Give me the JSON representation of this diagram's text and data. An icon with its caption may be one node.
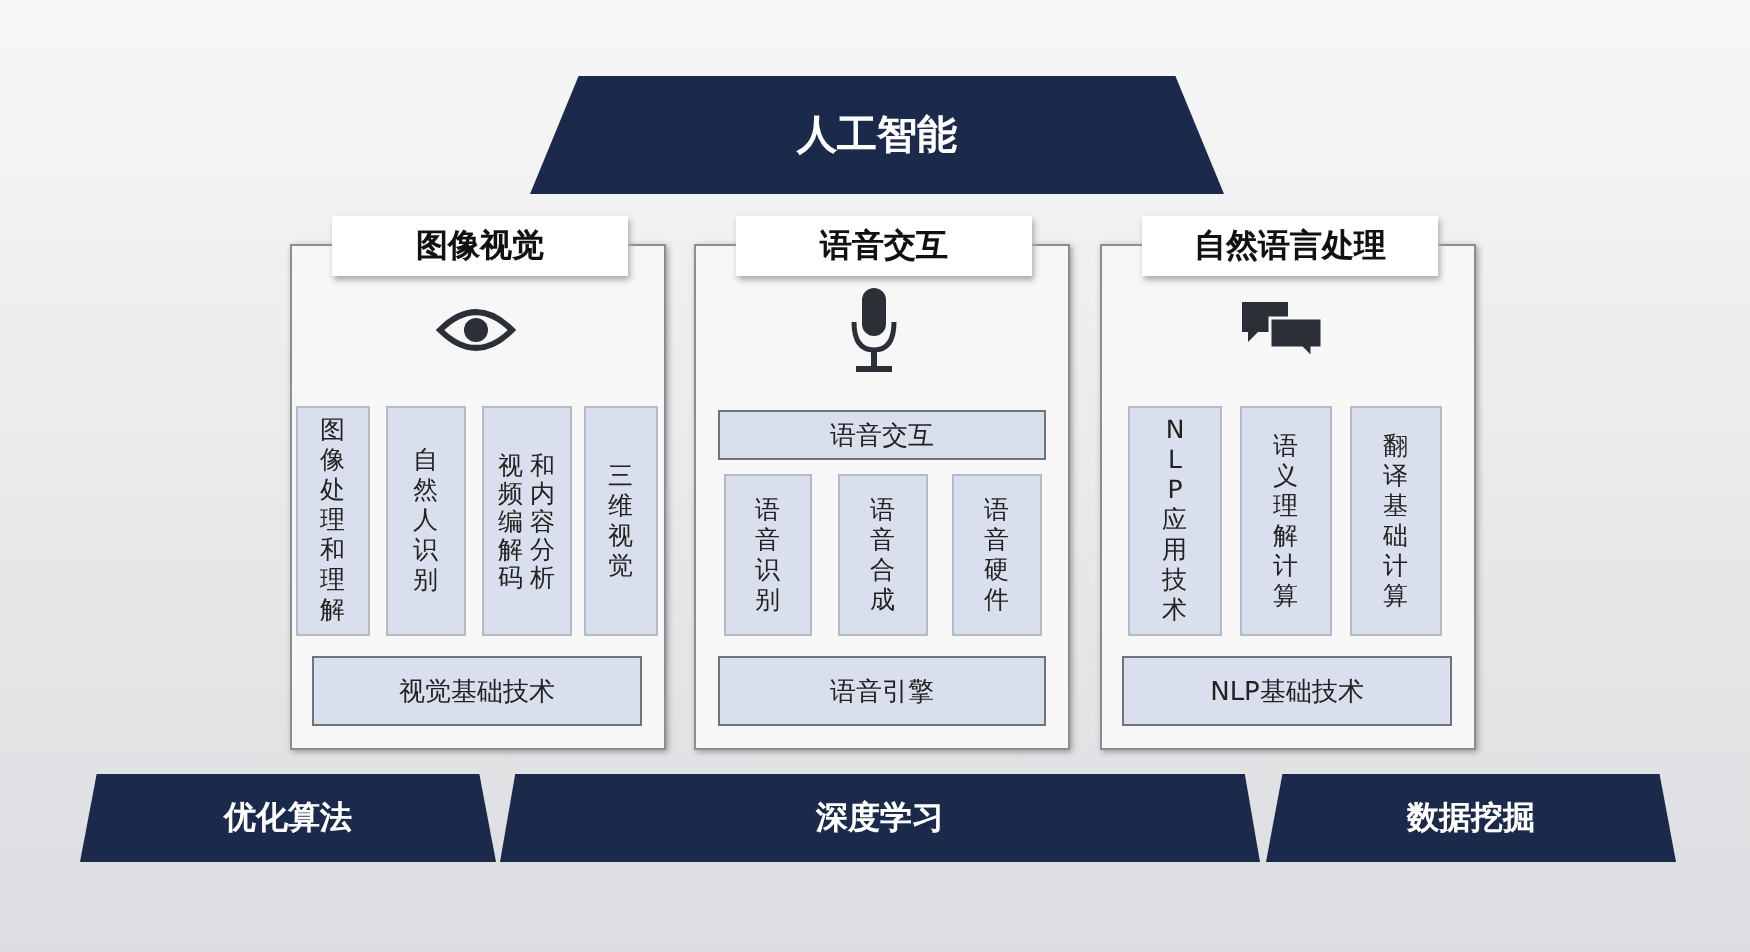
{
  "diagram": {
    "nodes": [
      {
        "text": [
          "人工智能"
        ]
      },
      {
        "text": [
          "图像视觉"
        ]
      },
      {
        "text": [
          "图像处理和理解"
        ],
        "in": 1
      },
      {
        "text": [
          "自然人识别"
        ],
        "in": 1
      },
      {
        "text": [
          "视频编解码",
          "和内容分析"
        ],
        "in": 1
      },
      {
        "text": [
          "三维视觉"
        ],
        "in": 1
      },
      {
        "text": [
          "视觉基础技术"
        ],
        "in": 1
      },
      {
        "text": [
          "语音交互"
        ]
      },
      {
        "text": [
          "语音交互"
        ],
        "in": 7
      },
      {
        "text": [
          "语音识别"
        ],
        "in": 7
      },
      {
        "text": [
          "语音合成"
        ],
        "in": 7
      },
      {
        "text": [
          "语音硬件"
        ],
        "in": 7
      },
      {
        "text": [
          "语音引擎"
        ],
        "in": 7
      },
      {
        "text": [
          "自然语言处理"
        ]
      },
      {
        "text": [
          "NLP应用技术"
        ],
        "in": 13
      },
      {
        "text": [
          "语义理解计算"
        ],
        "in": 13
      },
      {
        "text": [
          "翻译基础计算"
        ],
        "in": 13
      },
      {
        "text": [
          "NLP基础技术"
        ],
        "in": 13
      },
      {
        "text": [
          "优化算法"
        ]
      },
      {
        "text": [
          "深度学习"
        ]
      },
      {
        "text": [
          "数据挖掘"
        ]
      }
    ],
    "edges": []
  }
}
